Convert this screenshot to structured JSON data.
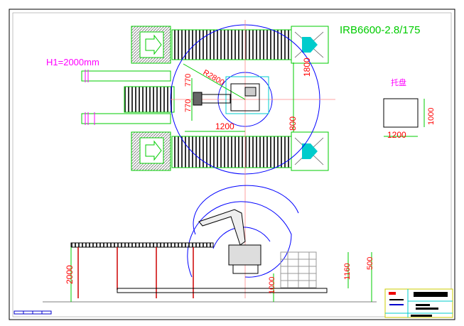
{
  "drawing": {
    "model_label": "IRB6600-2.8/175",
    "height_label": "H1=2000mm",
    "pallet_label": "托盘",
    "radius_label": "R2800",
    "dims_top": {
      "d1800_upper": "1800",
      "d800_lower": "800",
      "d770_a": "770",
      "d770_b": "770",
      "d1200": "1200"
    },
    "pallet_dims": {
      "width": "1200",
      "depth": "1000"
    },
    "dims_side": {
      "d2000": "2000",
      "d1160": "1160",
      "d500": "500",
      "d1000": "1000"
    }
  },
  "colors": {
    "conveyor": "#00cc00",
    "dimension": "#ff0000",
    "reach": "#0000ff",
    "label_green": "#00cc00",
    "label_magenta": "#ff00ff",
    "arrow": "#00cccc"
  }
}
